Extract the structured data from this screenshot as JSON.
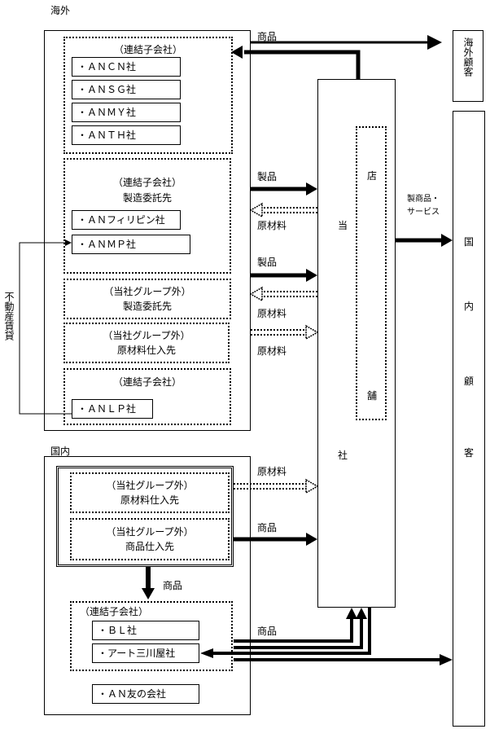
{
  "regions": {
    "overseas": "海外",
    "domestic": "国内"
  },
  "overseas": {
    "group1": {
      "title": "（連結子会社）",
      "items": [
        "・ＡＮＣＮ社",
        "・ＡＮＳＧ社",
        "・ＡＮＭＹ社",
        "・ＡＮＴＨ社"
      ]
    },
    "group2": {
      "title": "（連結子会社）",
      "subtitle": "製造委託先",
      "items": [
        "・ＡＮフィリピン社",
        "・ＡＮＭＰ社"
      ]
    },
    "group3": {
      "title": "（当社グループ外）",
      "subtitle": "製造委託先"
    },
    "group4": {
      "title": "（当社グループ外）",
      "subtitle": "原材料仕入先"
    },
    "group5": {
      "title": "（連結子会社）",
      "items": [
        "・ＡＮＬＰ社"
      ]
    }
  },
  "domestic": {
    "group1": {
      "title": "（当社グループ外）",
      "subtitle": "原材料仕入先"
    },
    "group2": {
      "title": "（当社グループ外）",
      "subtitle": "商品仕入先"
    },
    "group3": {
      "title": "（連結子会社）",
      "items": [
        "・ＢＬ社",
        "・アート三川屋社"
      ]
    },
    "other": "・ＡＮ友の会社"
  },
  "company": {
    "top": "当",
    "bottom": "社"
  },
  "store": {
    "top": "店",
    "bottom": "舗"
  },
  "customers": {
    "overseas": "海外顧客",
    "domestic": "国内顧客"
  },
  "real_estate": "不動産賃貸",
  "flows": {
    "product_top": "商品",
    "seihin_1": "製品",
    "raw_1": "原材料",
    "seihin_2": "製品",
    "raw_2": "原材料",
    "raw_3": "原材料",
    "raw_dom": "原材料",
    "product_dom": "商品",
    "product_down": "商品",
    "product_bl": "商品",
    "to_domestic": "製商品・\nサービス"
  }
}
